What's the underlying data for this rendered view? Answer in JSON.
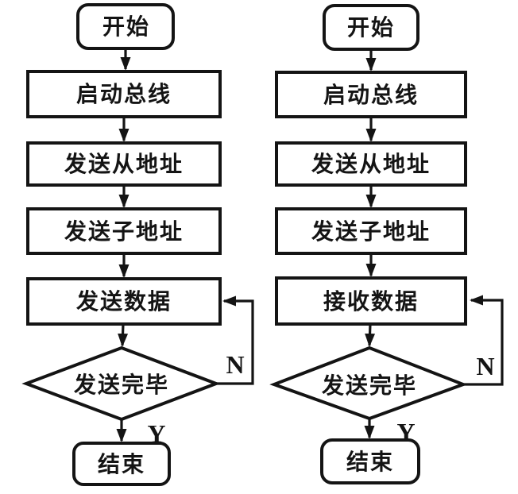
{
  "figure": {
    "description": "Two side-by-side flowcharts (scanned Chinese textbook figure) for I2C-style bus send and receive routines",
    "colors": {
      "ink": "#141414",
      "background": "#ffffff"
    }
  },
  "flowcharts": [
    {
      "name": "send-routine",
      "nodes": {
        "start": "开始",
        "step1": "启动总线",
        "step2": "发送从地址",
        "step3": "发送子地址",
        "step4": "发送数据",
        "decision": "发送完毕",
        "end": "结束"
      },
      "branch": {
        "no": "N",
        "yes": "Y"
      }
    },
    {
      "name": "receive-routine",
      "nodes": {
        "start": "开始",
        "step1": "启动总线",
        "step2": "发送从地址",
        "step3": "发送子地址",
        "step4": "接收数据",
        "decision": "发送完毕",
        "end": "结束"
      },
      "branch": {
        "no": "N",
        "yes": "Y"
      }
    }
  ]
}
